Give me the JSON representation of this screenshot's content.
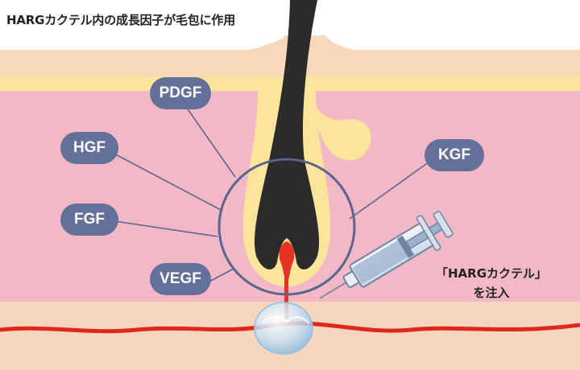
{
  "title": "HARGカクテル内の成長因子が毛包に作用",
  "growth_factors": {
    "pdgf": "PDGF",
    "hgf": "HGF",
    "fgf": "FGF",
    "vegf": "VEGF",
    "kgf": "KGF"
  },
  "injection_label": {
    "line1": "「HARGカクテル」",
    "line2": "を注入"
  },
  "colors": {
    "epidermis": "#f8d8bd",
    "dermis": "#f2b8c6",
    "subcutis": "#f7d6c0",
    "sebaceous_gland": "#fae59a",
    "hair": "#2b2b2b",
    "papilla": "#e73323",
    "blood_vessel": "#e1261c",
    "label_fill": "#65709a",
    "leader_line": "#5a6590",
    "syringe": "#9bb2cc"
  }
}
